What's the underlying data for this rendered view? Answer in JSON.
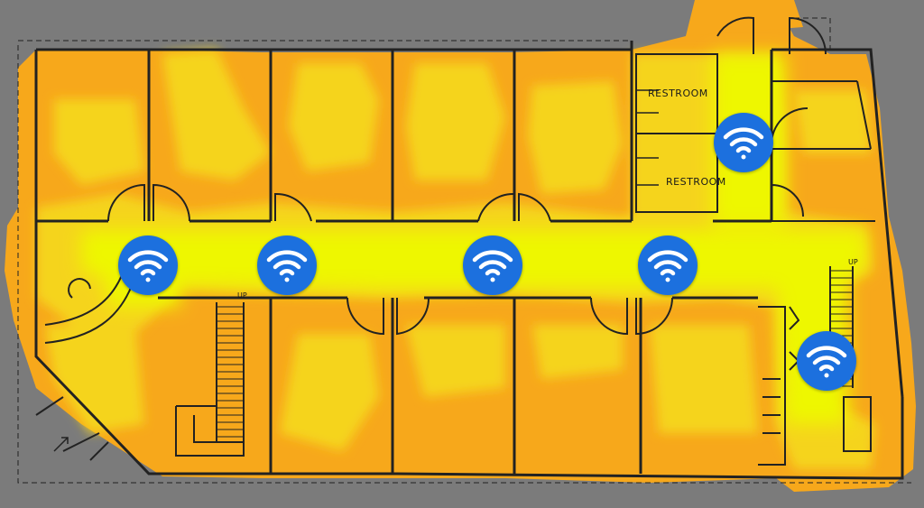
{
  "colors": {
    "background": "#7b7b7b",
    "signal_medium": "#f7a81b",
    "signal_strong": "#f5d41a",
    "signal_strongest": "#eef700",
    "walls": "#222222",
    "access_point": "#1e6fde"
  },
  "labels": {
    "restroom_upper": "RESTROOM",
    "restroom_lower": "RESTROOM",
    "stair_left_up": "UP",
    "stair_right_up": "UP"
  },
  "access_points": [
    {
      "icon": "wifi-icon"
    },
    {
      "icon": "wifi-icon"
    },
    {
      "icon": "wifi-icon"
    },
    {
      "icon": "wifi-icon"
    },
    {
      "icon": "wifi-icon"
    },
    {
      "icon": "wifi-icon"
    }
  ]
}
